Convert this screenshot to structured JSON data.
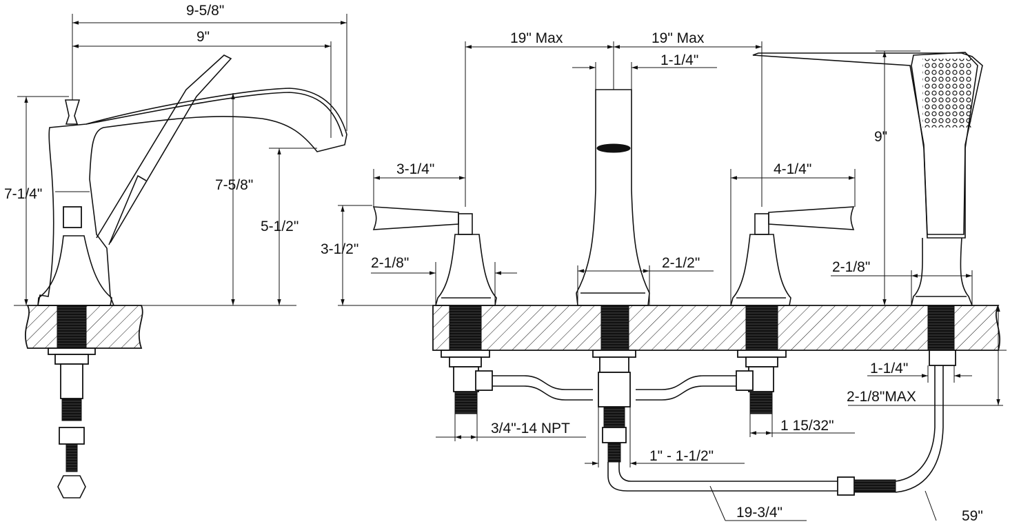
{
  "colors": {
    "line": "#111111",
    "background": "#ffffff"
  },
  "side_view": {
    "overall_width": "9-5/8\"",
    "spout_reach": "9\"",
    "handle_height": "7-1/4\"",
    "spout_height": "7-5/8\"",
    "spout_clearance": "5-1/2\""
  },
  "front_view": {
    "left_spacing": "19\" Max",
    "right_spacing": "19\" Max",
    "spout_top_width": "1-1/4\"",
    "left_handle_length": "3-1/4\"",
    "handle_height": "3-1/2\"",
    "left_handle_base": "2-1/8\"",
    "spout_base": "2-1/2\"",
    "right_handle_length": "4-1/4\"",
    "hand_shower_height": "9\"",
    "hand_shower_base": "2-1/8\"",
    "shank_diameter": "1-1/4\"",
    "deck_thickness_max": "2-1/8\"MAX",
    "inlet_thread": "3/4\"-14 NPT",
    "valve_width": "1 15/32\"",
    "outlet_range": "1\" - 1-1/2\"",
    "hose_length": "19-3/4\"",
    "shower_hose_length": "59\""
  }
}
